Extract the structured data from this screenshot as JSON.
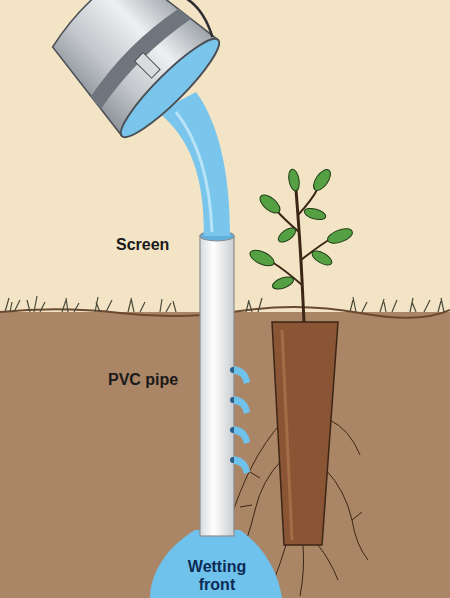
{
  "diagram": {
    "labels": [
      "Screen",
      "PVC pipe",
      "Wetting front"
    ]
  }
}
